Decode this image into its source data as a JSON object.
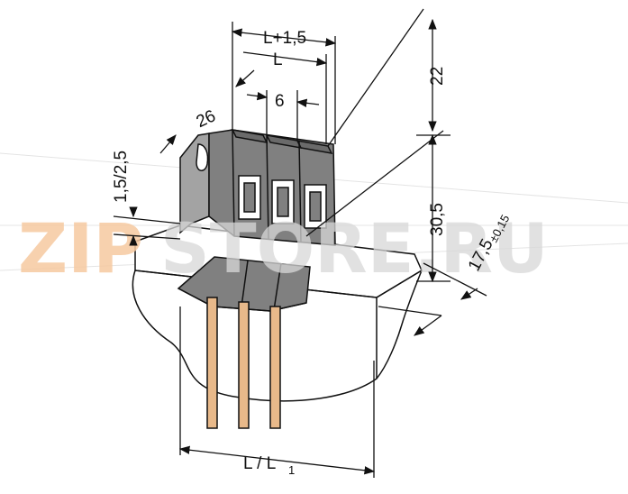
{
  "drawing": {
    "dim_l_plus": "L+1,5",
    "dim_l": "L",
    "dim_6": "6",
    "dim_26": "26",
    "dim_22": "22",
    "dim_30_5": "30,5",
    "dim_1_5_2_5": "1,5/2,5",
    "dim_17_5": "17,5",
    "dim_17_5_tol": "±0,15",
    "dim_bottom_l": "L / L",
    "dim_bottom_sub": "1"
  },
  "watermark": {
    "part1": "ZIP",
    "part2": "STORE.RU"
  },
  "colors": {
    "housing": "#808080",
    "housing_dark": "#6a6a6a",
    "housing_light": "#a3a3a3",
    "pin": "#e8b98a",
    "line": "#111111",
    "watermark_orange": "#f6c9a0",
    "watermark_grey": "#d8d8d8"
  }
}
